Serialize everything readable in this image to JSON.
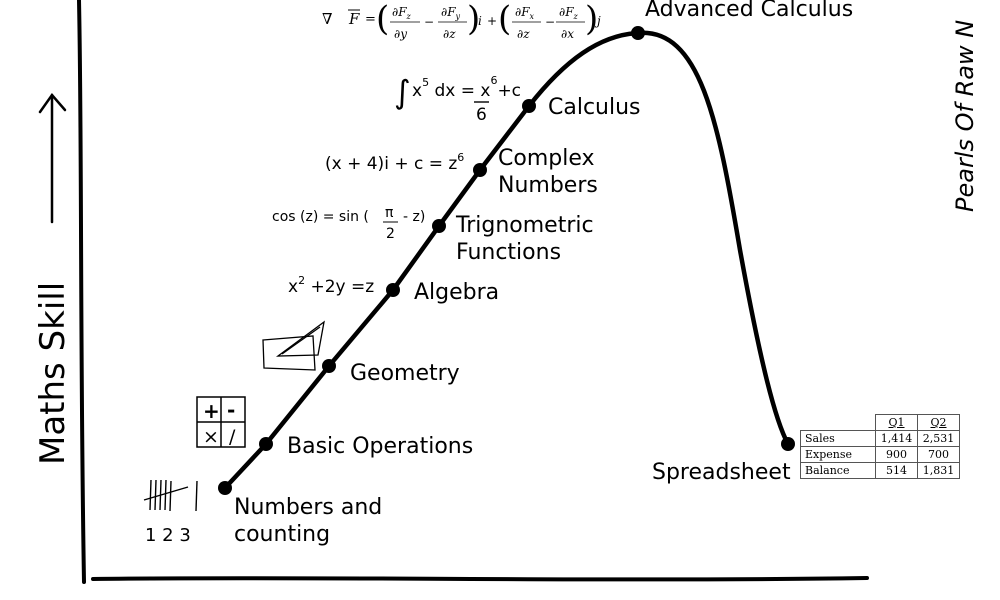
{
  "chart_data": {
    "type": "line",
    "ylabel": "Maths Skill",
    "points": [
      {
        "label": "Numbers and counting",
        "x": 0,
        "y": 0
      },
      {
        "label": "Basic Operations",
        "x": 1,
        "y": 1
      },
      {
        "label": "Geometry",
        "x": 2,
        "y": 2
      },
      {
        "label": "Algebra",
        "x": 3,
        "y": 3
      },
      {
        "label": "Trignometric Functions",
        "x": 4,
        "y": 4
      },
      {
        "label": "Complex Numbers",
        "x": 5,
        "y": 5
      },
      {
        "label": "Calculus",
        "x": 6,
        "y": 6
      },
      {
        "label": "Advanced Calculus",
        "x": 7,
        "y": 7
      },
      {
        "label": "Spreadsheet",
        "x": 8,
        "y": 1
      }
    ],
    "annotations": {
      "numbers": "1 2 3",
      "ops": [
        "+",
        "-",
        "×",
        "/"
      ],
      "algebra": "x² +2y =z",
      "trig": "cos (z) = sin (π/2 - z)",
      "complex": "(x + 4)i + c = z⁶",
      "calculus": "∫x⁵ dx = x⁶/6 +c",
      "curl": "∇ × F = (∂Fz/∂y − ∂Fy/∂z) i + (∂Fx/∂z − ∂Fz/∂x) j"
    },
    "watermark": "Pearls Of Raw N"
  },
  "spreadsheet": {
    "columns": [
      "Q1",
      "Q2"
    ],
    "rows": [
      {
        "label": "Sales",
        "q1": "1,414",
        "q2": "2,531"
      },
      {
        "label": "Expense",
        "q1": "900",
        "q2": "700"
      },
      {
        "label": "Balance",
        "q1": "514",
        "q2": "1,831"
      }
    ]
  }
}
